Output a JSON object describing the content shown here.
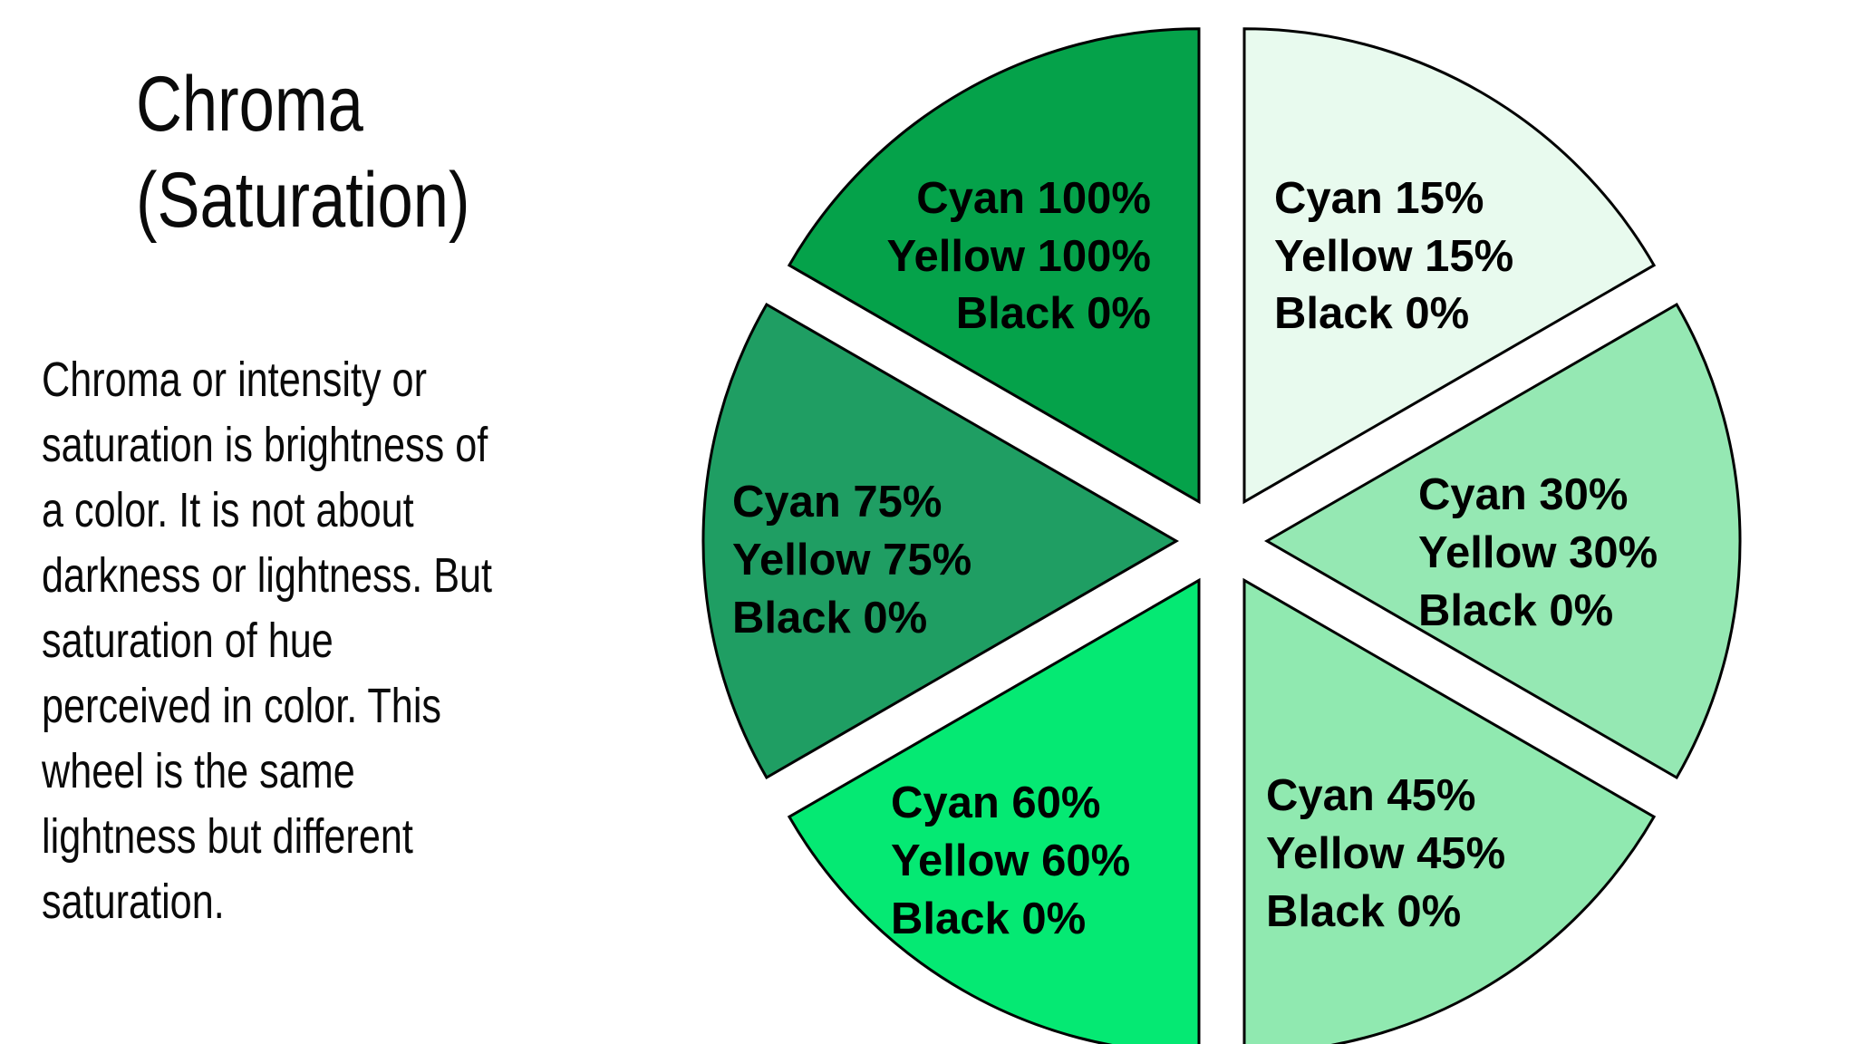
{
  "slide": {
    "background": "#ffffff",
    "title": {
      "lines": [
        "Chroma",
        "(Saturation)"
      ],
      "color": "#0a0a0a"
    },
    "body": {
      "lines": [
        "Chroma or intensity or",
        "saturation is brightness of",
        "a color. It is not about",
        "darkness or lightness. But",
        "saturation of hue",
        "perceived in color. This",
        "wheel is the same",
        "lightness but different",
        "saturation."
      ],
      "color": "#0a0a0a"
    }
  },
  "chart_data": {
    "type": "pie",
    "title": "",
    "exploded": true,
    "equal_slices": true,
    "slice_angle_deg": 60,
    "outline_color": "#000000",
    "label_color": "#000000",
    "slices": [
      {
        "id": "cyan-100",
        "position": "top-left",
        "cyan_pct": 100,
        "yellow_pct": 100,
        "black_pct": 0,
        "color": "#05a24a",
        "label_lines": [
          "Cyan 100%",
          "Yellow 100%",
          "Black 0%"
        ]
      },
      {
        "id": "cyan-15",
        "position": "top-right",
        "cyan_pct": 15,
        "yellow_pct": 15,
        "black_pct": 0,
        "color": "#e8faee",
        "label_lines": [
          "Cyan 15%",
          "Yellow 15%",
          "Black 0%"
        ]
      },
      {
        "id": "cyan-30",
        "position": "right",
        "cyan_pct": 30,
        "yellow_pct": 30,
        "black_pct": 0,
        "color": "#95e8b3",
        "label_lines": [
          "Cyan 30%",
          "Yellow 30%",
          "Black 0%"
        ]
      },
      {
        "id": "cyan-45",
        "position": "bottom-right",
        "cyan_pct": 45,
        "yellow_pct": 45,
        "black_pct": 0,
        "color": "#90e9b0",
        "label_lines": [
          "Cyan 45%",
          "Yellow 45%",
          "Black 0%"
        ]
      },
      {
        "id": "cyan-60",
        "position": "bottom-left",
        "cyan_pct": 60,
        "yellow_pct": 60,
        "black_pct": 0,
        "color": "#05e973",
        "label_lines": [
          "Cyan 60%",
          "Yellow 60%",
          "Black 0%"
        ]
      },
      {
        "id": "cyan-75",
        "position": "left",
        "cyan_pct": 75,
        "yellow_pct": 75,
        "black_pct": 0,
        "color": "#1f9e63",
        "label_lines": [
          "Cyan 75%",
          "Yellow 75%",
          "Black 0%"
        ]
      }
    ]
  }
}
